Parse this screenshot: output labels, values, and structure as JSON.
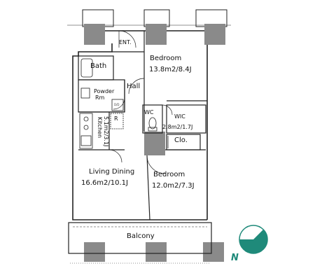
{
  "rooms": {
    "entrance": "ENT.",
    "bedroom1": {
      "name": "Bedroom",
      "area": "13.8m2/8.4J"
    },
    "bath": "Bath",
    "hall": "Hall",
    "powder_room": {
      "line1": "Powder",
      "line2": "Rm"
    },
    "wc": "WC",
    "wic": {
      "name": "WIC",
      "area": "2.8m2/1.7J"
    },
    "closet": "Clo.",
    "kitchen": {
      "name": "Kitchen",
      "area": "5.1m2/3.1J"
    },
    "living_dining": {
      "name": "Living Dining",
      "area": "16.6m2/10.1J"
    },
    "bedroom2": {
      "name": "Bedroom",
      "area": "12.0m2/7.3J"
    },
    "balcony": "Balcony"
  },
  "fixtures": {
    "refrigerator": "R",
    "washer_dryer": "D/D"
  },
  "compass": {
    "label": "N",
    "color": "#1f8a7a"
  },
  "colors": {
    "wall": "#8a8a8a",
    "line": "#222222",
    "accent": "#1f8a7a"
  }
}
